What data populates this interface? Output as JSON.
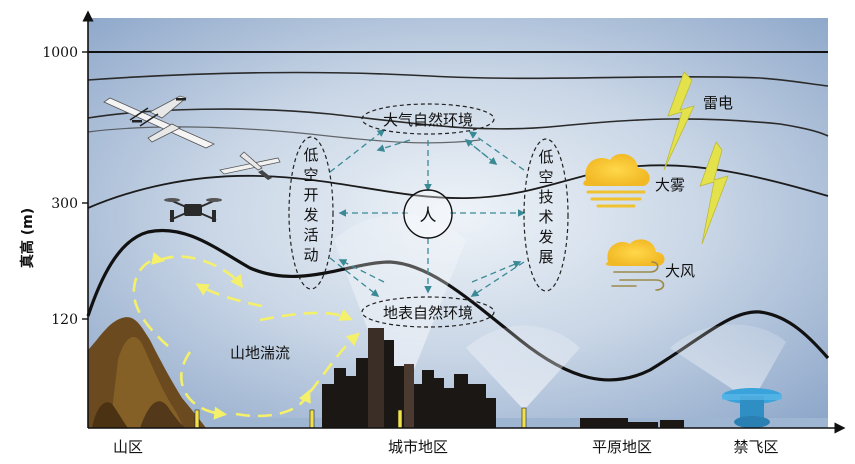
{
  "axis": {
    "y_label": "真高 (m)",
    "ticks": [
      "1000",
      "300",
      "120"
    ],
    "regions": [
      "山区",
      "城市地区",
      "平原地区",
      "禁飞区"
    ]
  },
  "center": {
    "person": "人",
    "top": "大气自然环境",
    "bottom": "地表自然环境",
    "left": "低空开发活动",
    "right": "低空技术发展"
  },
  "weather": {
    "thunder": "雷电",
    "fog": "大雾",
    "wind": "大风"
  },
  "turbulence": "山地湍流",
  "colors": {
    "sky_top": "#8fa9cc",
    "sky_center": "#e6edf5",
    "mountain": "#6b4a20",
    "city": "#1a1714",
    "lightning": "#e3e24a",
    "turbulence_arrows": "#f2ee6a",
    "dashed_arrows": "#3a8a96",
    "no_fly_tower": "#3aa3dc"
  }
}
